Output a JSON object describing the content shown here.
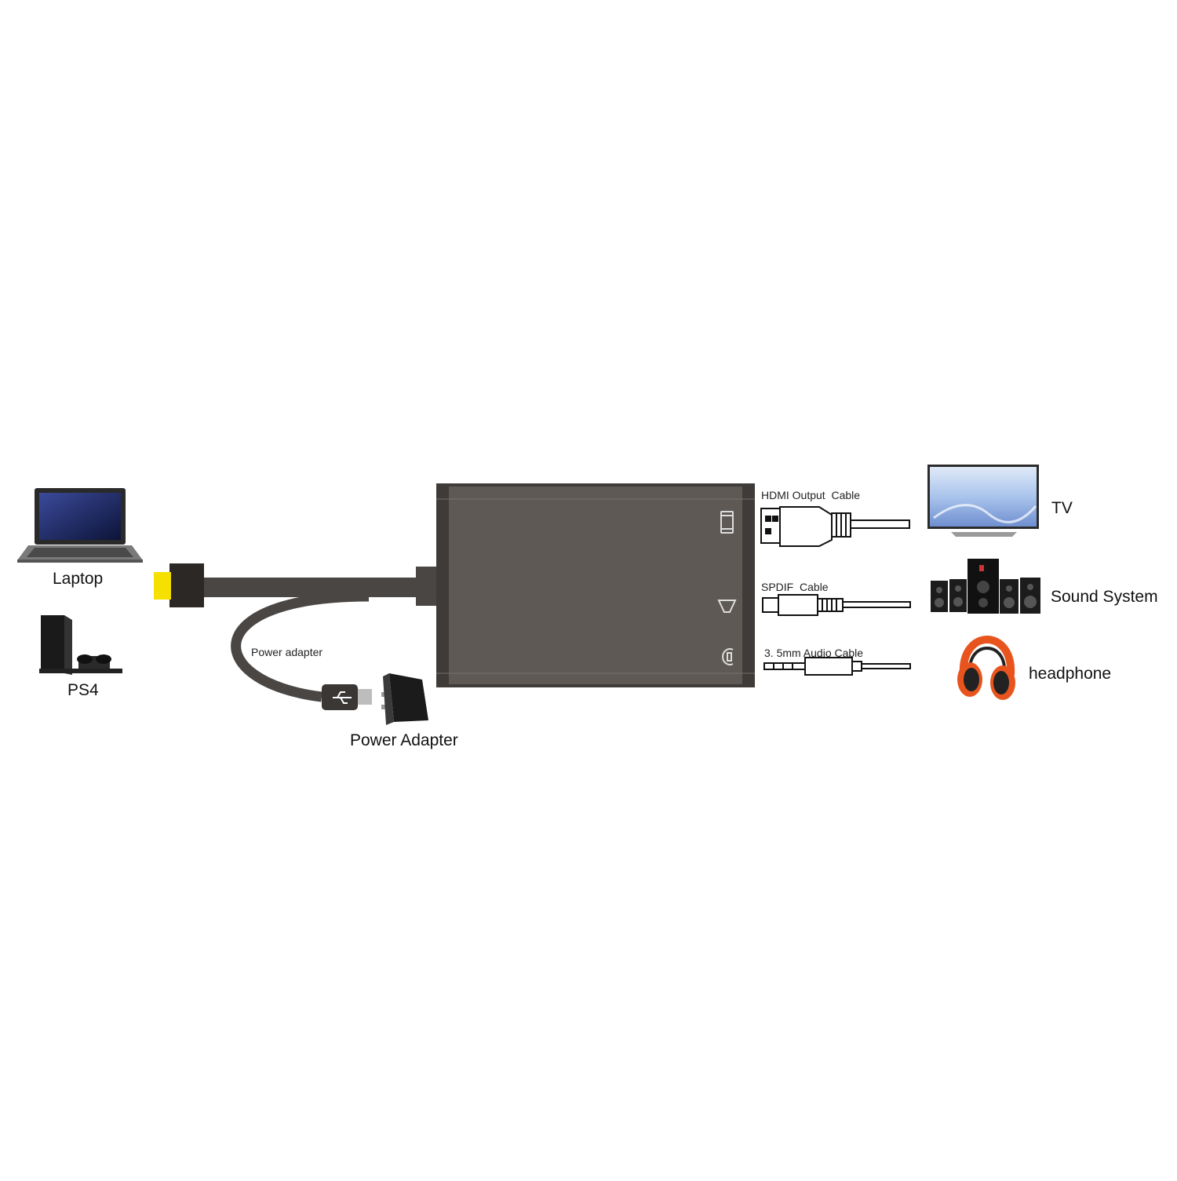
{
  "diagram": {
    "sources": [
      {
        "id": "laptop",
        "label": "Laptop",
        "icon": "laptop-icon"
      },
      {
        "id": "ps4",
        "label": "PS4",
        "icon": "game-console-icon"
      }
    ],
    "power": {
      "cable_label": "Power adapter",
      "adapter_label": "Power Adapter",
      "plug_icon": "usb-icon"
    },
    "outputs": [
      {
        "port_icon": "hdmi-port-icon",
        "cable_label": "HDMI Output  Cable",
        "device_label": "TV",
        "device_icon": "tv-icon"
      },
      {
        "port_icon": "spdif-port-icon",
        "cable_label": "SPDIF  Cable",
        "device_label": "Sound System",
        "device_icon": "speaker-system-icon"
      },
      {
        "port_icon": "headphone-port-icon",
        "cable_label": "3. 5mm Audio Cable",
        "device_label": "headphone",
        "device_icon": "headphone-icon"
      }
    ],
    "colors": {
      "device_body": "#5e5955",
      "cable": "#4a4643",
      "hdmi_plug_tip": "#f5e000",
      "headphone_accent": "#e8541e"
    }
  }
}
